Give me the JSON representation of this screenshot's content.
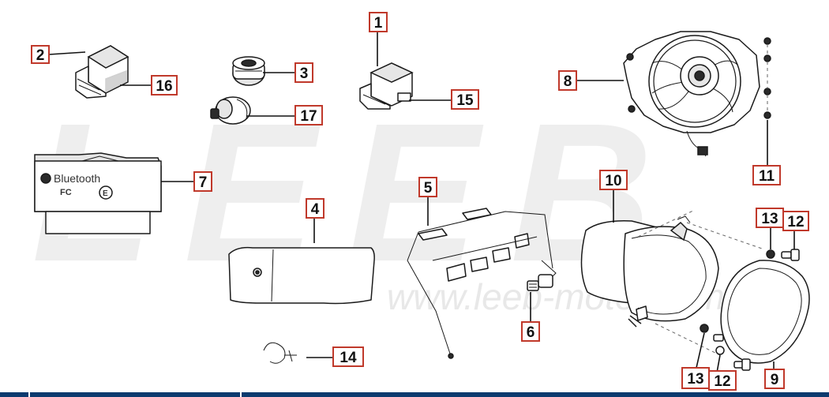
{
  "watermark": {
    "big": "LEEB",
    "url": "www.leeb-motor.com"
  },
  "device_labels": {
    "bluetooth": "Bluetooth",
    "fc": "FC",
    "ce": "E"
  },
  "callouts": [
    {
      "id": "c1",
      "label": "1"
    },
    {
      "id": "c2",
      "label": "2"
    },
    {
      "id": "c3",
      "label": "3"
    },
    {
      "id": "c4",
      "label": "4"
    },
    {
      "id": "c5",
      "label": "5"
    },
    {
      "id": "c6",
      "label": "6"
    },
    {
      "id": "c7",
      "label": "7"
    },
    {
      "id": "c8",
      "label": "8"
    },
    {
      "id": "c9",
      "label": "9"
    },
    {
      "id": "c10",
      "label": "10"
    },
    {
      "id": "c11",
      "label": "11"
    },
    {
      "id": "c12a",
      "label": "12"
    },
    {
      "id": "c12b",
      "label": "12"
    },
    {
      "id": "c13a",
      "label": "13"
    },
    {
      "id": "c13b",
      "label": "13"
    },
    {
      "id": "c14",
      "label": "14"
    },
    {
      "id": "c15",
      "label": "15"
    },
    {
      "id": "c16",
      "label": "16"
    },
    {
      "id": "c17",
      "label": "17"
    }
  ],
  "colors": {
    "callout_border": "#c0392b",
    "bottom_bar": "#0b3a6e",
    "watermark": "#eeeeee"
  }
}
